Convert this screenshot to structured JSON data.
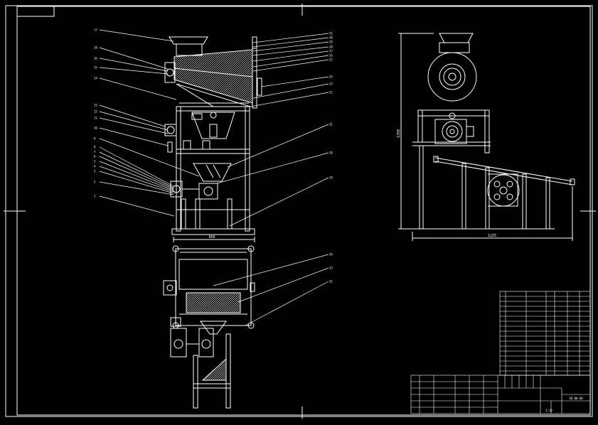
{
  "drawing": {
    "background": "#000000",
    "line_color": "#ffffff",
    "dimension_color": "#ffffff",
    "front_view": {
      "left_callouts": [
        "17",
        "18",
        "16",
        "15",
        "14",
        "13",
        "12",
        "11",
        "10",
        "9",
        "8",
        "7",
        "6",
        "5",
        "4",
        "3",
        "2",
        "1"
      ],
      "right_callouts": [
        "31",
        "30",
        "29",
        "28",
        "27",
        "26",
        "25",
        "24",
        "23",
        "22",
        "21",
        "20",
        "19"
      ],
      "base_dimension": "600"
    },
    "plan_view": {
      "right_callouts": [
        "34",
        "33",
        "32"
      ]
    },
    "side_view": {
      "height_dimension": "1350",
      "width_dimension": "1225"
    },
    "title_block": {
      "drawing_number": "SD-00-00",
      "drawing_name": "",
      "scale": "1:10",
      "sheet": ""
    }
  }
}
